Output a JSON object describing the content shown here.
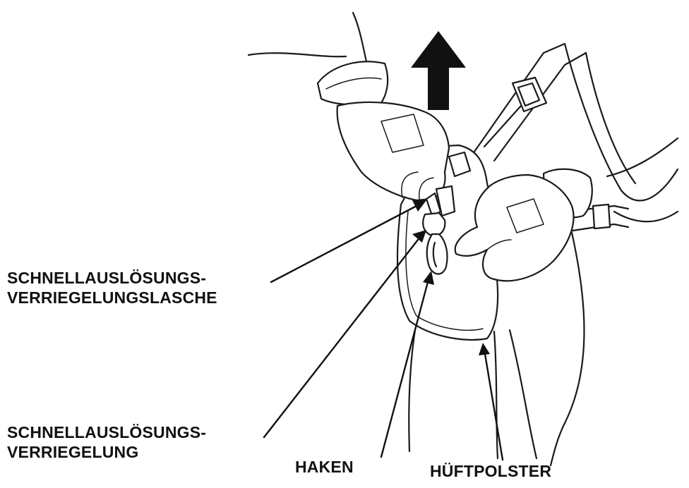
{
  "labels": {
    "tab_line1": "SCHNELLAUSLÖSUNGS-",
    "tab_line2": "VERRIEGELUNGSLASCHE",
    "lock_line1": "SCHNELLAUSLÖSUNGS-",
    "lock_line2": "VERRIEGELUNG",
    "hook": "HAKEN",
    "hip_pad": "HÜFTPOLSTER"
  },
  "icons": {
    "direction": "up-arrow-icon"
  },
  "colors": {
    "ink": "#1a1a1a",
    "background": "#ffffff"
  }
}
